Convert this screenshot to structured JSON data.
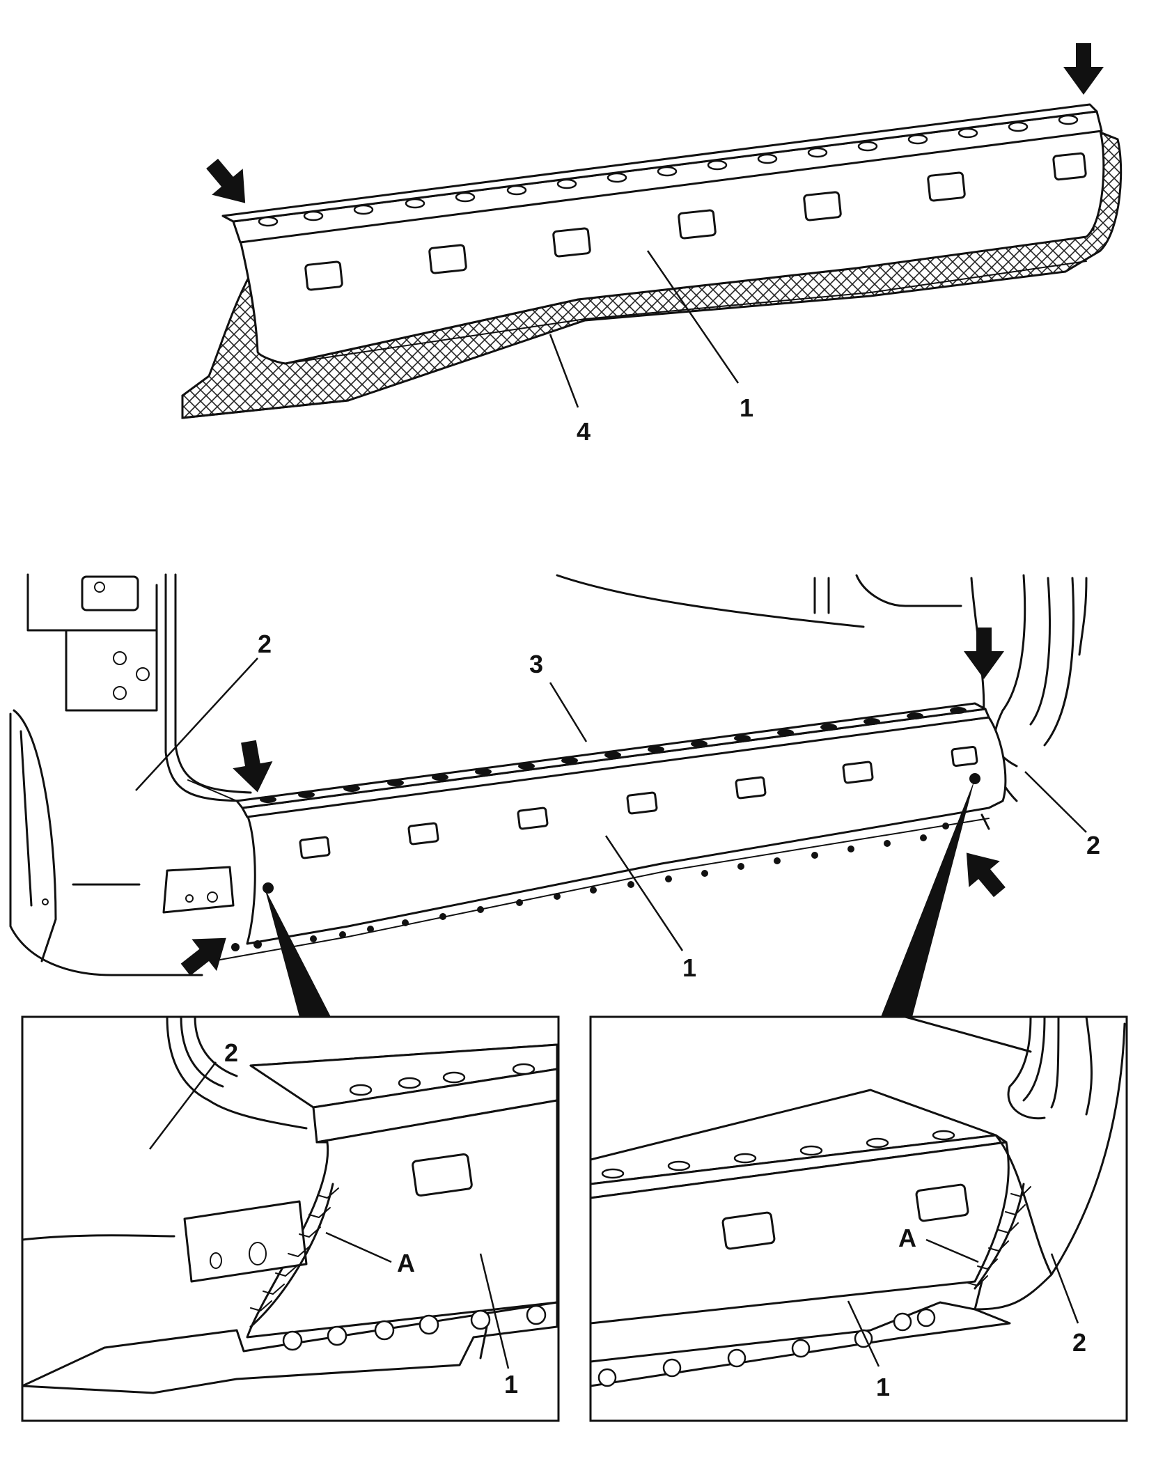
{
  "labels": {
    "one": "1",
    "two": "2",
    "three": "3",
    "four": "4",
    "a": "A"
  }
}
